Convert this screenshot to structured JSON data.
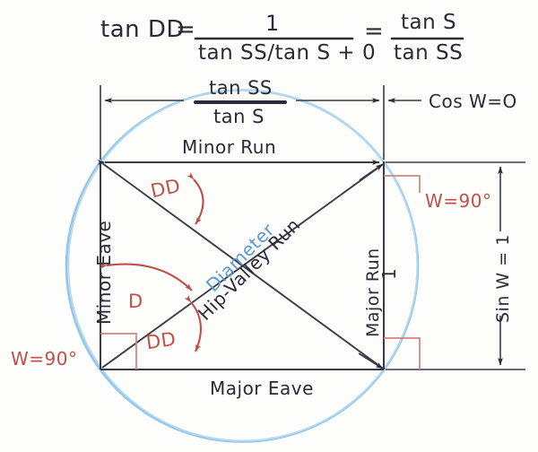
{
  "diagram": {
    "title": "Hip-Valley Run roof geometry with circumscribed circle",
    "formula": {
      "lhs": "tan DD",
      "eq1": "=",
      "mid_numerator": "1",
      "mid_denominator": "tan SS/tan S + 0",
      "eq2": "=",
      "rhs_numerator": "tan S",
      "rhs_denominator": "tan SS"
    },
    "dimensions": {
      "top_label_numerator": "tan SS",
      "top_label_denominator": "tan S",
      "right_top_label": "Cos W=O",
      "right_vertical_label": "Sin W = 1",
      "right_edge_label": "1"
    },
    "edges": {
      "top": "Minor Run",
      "bottom": "Major Eave",
      "left": "Minor Eave",
      "right": "Major Run"
    },
    "diagonals": {
      "ascending_blue": "Diameter",
      "ascending_black": "Hip-Valley Run"
    },
    "angles": {
      "upper_dd": "DD",
      "lower_dd": "DD",
      "d": "D",
      "w_left": "W=90°",
      "w_right": "W=90°"
    },
    "colors": {
      "ink": "#2a2a38",
      "red": "#c0504a",
      "blue": "#5b9bd5",
      "paper": "#fdfdfb"
    }
  }
}
